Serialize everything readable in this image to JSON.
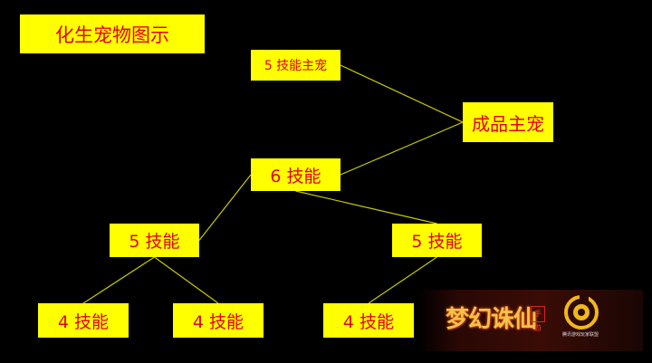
{
  "title": "化生宠物图示",
  "nodes": {
    "five_skill_main_pet": "5 技能主宠",
    "finished_main_pet": "成品主宠",
    "six_skill": "6 技能",
    "five_skill_left": "5 技能",
    "five_skill_right": "5 技能",
    "four_skill_1": "4 技能",
    "four_skill_2": "4 技能",
    "four_skill_3": "4 技能"
  },
  "edges": [
    [
      "five_skill_main_pet",
      "finished_main_pet"
    ],
    [
      "six_skill",
      "finished_main_pet"
    ],
    [
      "five_skill_left",
      "six_skill"
    ],
    [
      "five_skill_right",
      "six_skill"
    ],
    [
      "four_skill_1",
      "five_skill_left"
    ],
    [
      "four_skill_2",
      "five_skill_left"
    ],
    [
      "four_skill_3",
      "five_skill_right"
    ]
  ],
  "colors": {
    "background": "#000000",
    "box_fill": "#ffff00",
    "box_text": "#e60012",
    "connector": "#c8c800"
  },
  "branding": {
    "game_logo": "梦幻诛仙",
    "seal": "手游",
    "publisher_caption": "腾讯游戏玩家联盟",
    "publisher_icon": "tencent-games-emblem-icon"
  }
}
